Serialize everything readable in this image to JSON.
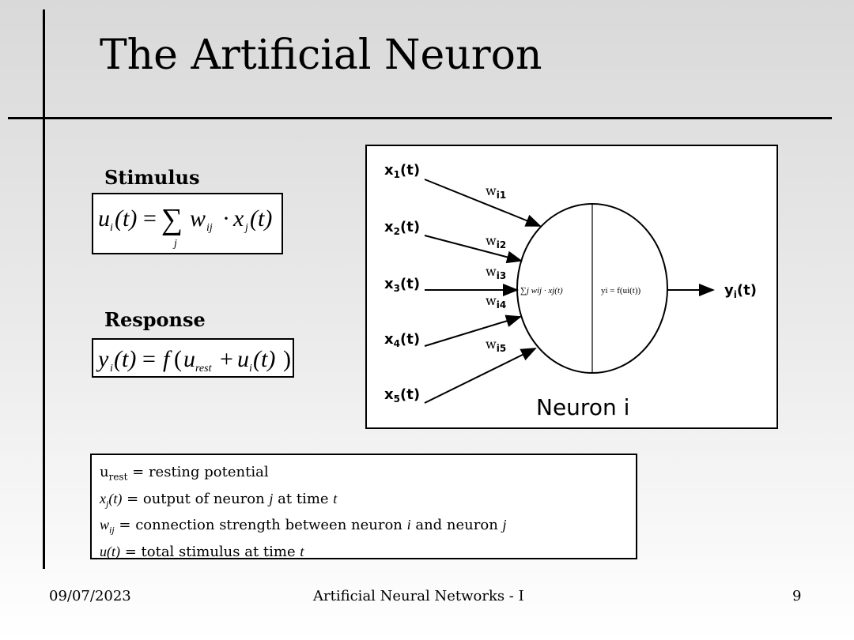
{
  "slide": {
    "title": "The Artificial Neuron",
    "stimulus_heading": "Stimulus",
    "response_heading": "Response"
  },
  "stimulus_formula": {
    "lhs": "u",
    "lhs_sub": "i",
    "lhs_arg": "(t)",
    "eq": "=",
    "sum": "∑",
    "sum_index": "j",
    "w": "w",
    "w_sub": "ij",
    "dot": "·",
    "x": "x",
    "x_sub": "j",
    "x_arg": "(t)"
  },
  "response_formula": {
    "lhs": "y",
    "lhs_sub": "i",
    "lhs_arg": "(t)",
    "eq": "=",
    "f": "f",
    "open": "(",
    "u": "u",
    "u_sub": "rest",
    "plus": "+",
    "u2": "u",
    "u2_sub": "i",
    "u2_arg": "(t)",
    "close": ")"
  },
  "diagram": {
    "inputs": [
      {
        "label": "x",
        "sub": "1",
        "arg": "(t)"
      },
      {
        "label": "x",
        "sub": "2",
        "arg": "(t)"
      },
      {
        "label": "x",
        "sub": "3",
        "arg": "(t)"
      },
      {
        "label": "x",
        "sub": "4",
        "arg": "(t)"
      },
      {
        "label": "x",
        "sub": "5",
        "arg": "(t)"
      }
    ],
    "weights": [
      {
        "label": "w",
        "sub": "i1"
      },
      {
        "label": "w",
        "sub": "i2"
      },
      {
        "label": "w",
        "sub": "i3"
      },
      {
        "label": "w",
        "sub": "i4"
      },
      {
        "label": "w",
        "sub": "i5"
      }
    ],
    "sum_text": "∑j wij · xj(t)",
    "activation_text": "yi = f(ui(t))",
    "output": {
      "label": "y",
      "sub": "i",
      "arg": "(t)"
    },
    "neuron_label": "Neuron i"
  },
  "legend": {
    "row1": {
      "sym": "u",
      "sub": "rest",
      "text": " = resting potential"
    },
    "row2": {
      "sym": "x",
      "sub": "j",
      "arg": "(t)",
      "text": " = output of neuron ",
      "v1": "j",
      "mid": " at time ",
      "v2": "t"
    },
    "row3": {
      "sym": "w",
      "sub": "ij",
      "text": " = connection strength between neuron ",
      "v1": "i",
      "mid": " and neuron ",
      "v2": "j"
    },
    "row4": {
      "sym": "u",
      "arg": "(t)",
      "text": " = total stimulus at time ",
      "v1": "t"
    }
  },
  "footer": {
    "date": "09/07/2023",
    "course": "Artificial Neural Networks - I",
    "page": "9"
  }
}
